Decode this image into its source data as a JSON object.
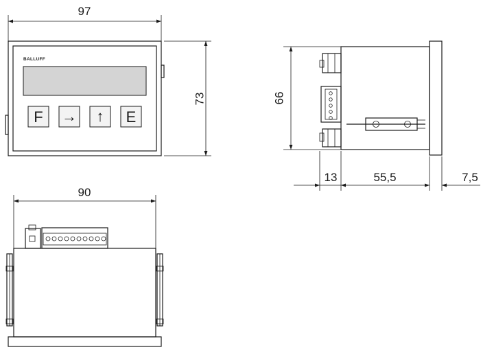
{
  "brand": "BALLUFF",
  "keys": [
    "F",
    "→",
    "↑",
    "E"
  ],
  "dimensions": {
    "front_width": "97",
    "front_height": "73",
    "side_height": "66",
    "side_connector_depth": "13",
    "side_body_depth": "55,5",
    "side_bezel_depth": "7,5",
    "top_width": "90"
  }
}
